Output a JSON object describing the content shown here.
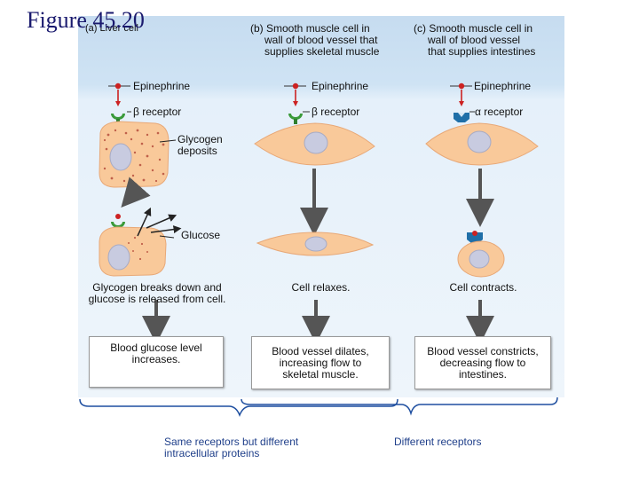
{
  "figure_title": "Figure 45.20",
  "panels": {
    "a": {
      "header": "(a) Liver cell",
      "hormone": "Epinephrine",
      "receptor": "β receptor",
      "glycogen_label": [
        "Glycogen",
        "deposits"
      ],
      "glucose_label": "Glucose",
      "outcome": [
        "Glycogen breaks down and",
        "glucose is released from cell."
      ],
      "response": [
        "Blood glucose level",
        "increases."
      ]
    },
    "b": {
      "header": [
        "(b) Smooth muscle cell in",
        "wall of blood vessel that",
        "supplies skeletal muscle"
      ],
      "hormone": "Epinephrine",
      "receptor": "β receptor",
      "outcome": "Cell relaxes.",
      "response": [
        "Blood vessel dilates,",
        "increasing flow to",
        "skeletal muscle."
      ]
    },
    "c": {
      "header": [
        "(c) Smooth muscle cell in",
        "wall of blood vessel",
        "that supplies intestines"
      ],
      "hormone": "Epinephrine",
      "receptor": "α receptor",
      "outcome": "Cell contracts.",
      "response": [
        "Blood vessel constricts,",
        "decreasing flow to",
        "intestines."
      ]
    }
  },
  "braces": {
    "same_receptors": [
      "Same receptors but different",
      "intracellular proteins"
    ],
    "different_receptors": "Different receptors"
  },
  "colors": {
    "panel_top": "#c6dcf0",
    "panel_bottom": "#eef5fb",
    "cell_fill": "#f9c99a",
    "nucleus": "#c8cbe0",
    "arrow": "#555555",
    "hormone_red": "#cc2222",
    "beta_receptor": "#3a9a3a",
    "alpha_receptor": "#1f6fa8",
    "title_blue": "#1a1a6e"
  }
}
